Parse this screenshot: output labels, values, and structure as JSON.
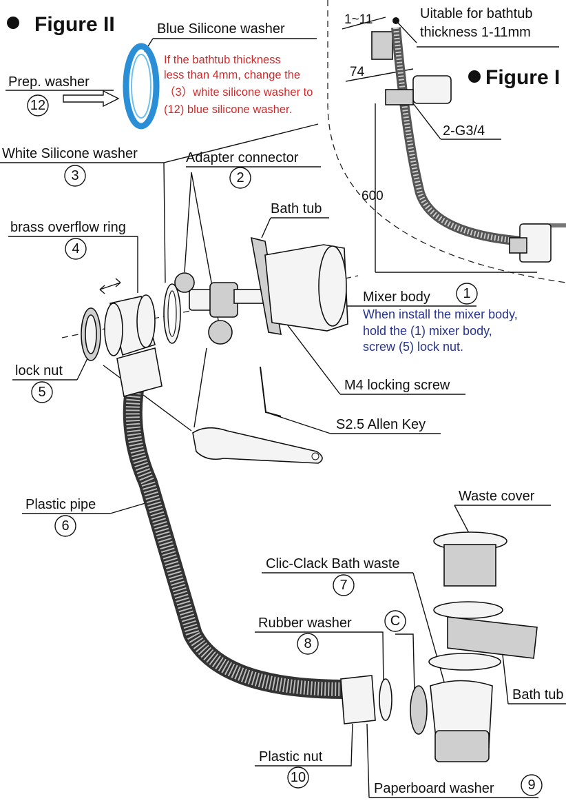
{
  "figure_ii": {
    "title": "Figure II"
  },
  "figure_i": {
    "title": "Figure I"
  },
  "parts": {
    "blue_washer": "Blue Silicone washer",
    "prep_washer": "Prep. washer",
    "prep_washer_num": "12",
    "white_washer": "White  Silicone washer",
    "white_washer_num": "3",
    "adapter": "Adapter connector",
    "adapter_num": "2",
    "bath_tub": "Bath tub",
    "overflow_ring": "brass overflow ring",
    "overflow_ring_num": "4",
    "mixer_body": "Mixer  body",
    "mixer_body_num": "1",
    "lock_nut": "lock nut",
    "lock_nut_num": "5",
    "m4_screw": "M4 locking screw",
    "allen_key": "S2.5 Allen Key",
    "plastic_pipe": "Plastic pipe",
    "plastic_pipe_num": "6",
    "waste_cover": "Waste cover",
    "clic_clack": "Clic-Clack Bath waste",
    "clic_clack_num": "7",
    "rubber_washer": "Rubber washer",
    "rubber_washer_num": "8",
    "c_label": "C",
    "bath_tub_2": "Bath tub",
    "plastic_nut": "Plastic nut",
    "plastic_nut_num": "10",
    "paperboard_washer": "Paperboard washer",
    "paperboard_washer_num": "9"
  },
  "notes": {
    "red": [
      "If the bathtub thickness",
      "less than 4mm, change the",
      "（3）white silicone washer to",
      "(12) blue silicone washer."
    ],
    "blue": [
      "When install the mixer body,",
      " hold the (1) mixer body,",
      "screw (5) lock nut."
    ]
  },
  "dimensions": {
    "thickness_range": "1~11",
    "suitable_line1": "Uitable for bathtub",
    "suitable_line2": "thickness 1-11mm",
    "d74": "74",
    "g34": "2-G3/4",
    "d600": "600"
  },
  "colors": {
    "blue_washer": "#2a8fd6",
    "red_note": "#d12a2a",
    "blue_note": "#27348b"
  }
}
